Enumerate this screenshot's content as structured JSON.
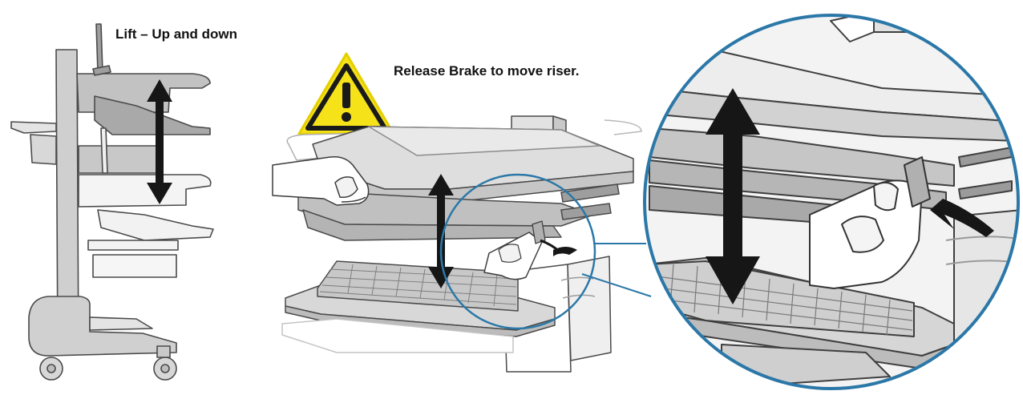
{
  "captions": {
    "lift": "Lift – Up and down",
    "release_brake": "Release Brake to move riser."
  },
  "colors": {
    "warning_yellow": "#f5e219",
    "arrow": "#161616",
    "lens_border": "#2b78a8",
    "line": "#4a4a4a",
    "fill_light": "#ececec",
    "fill_mid": "#d6d6d6",
    "fill_dark": "#bdbdbd"
  },
  "icons": {
    "warning": "warning-triangle-icon",
    "arrow": "double-arrow-icon",
    "magnifier": "magnifier-circle"
  }
}
